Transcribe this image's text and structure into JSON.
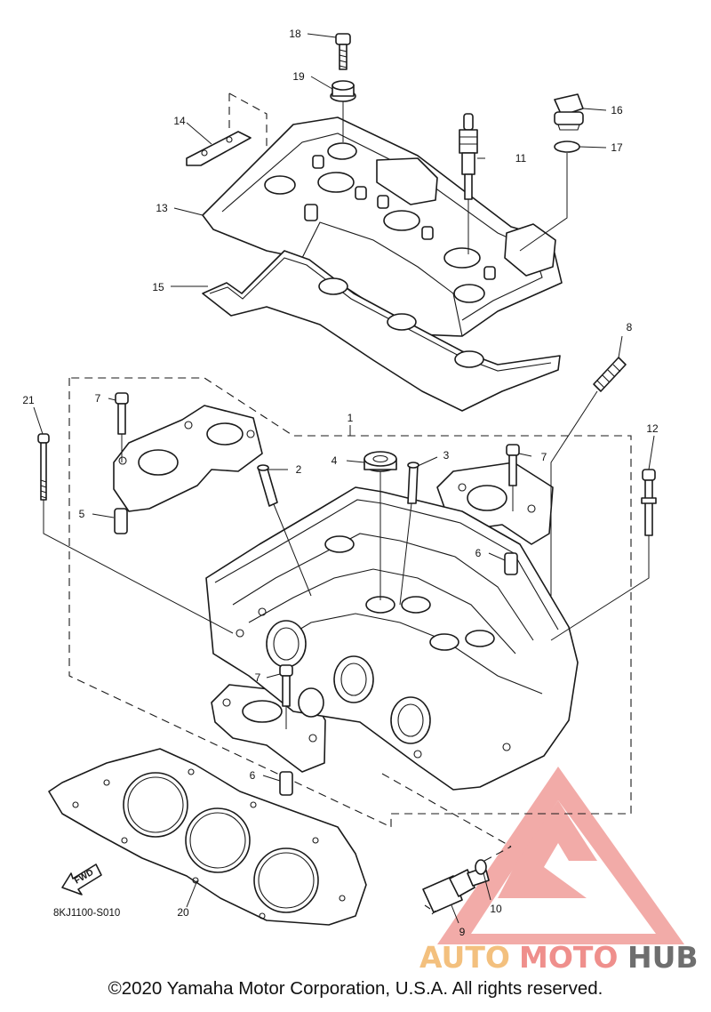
{
  "diagram": {
    "callouts": [
      "1",
      "2",
      "3",
      "4",
      "5",
      "6",
      "6",
      "7",
      "7",
      "7",
      "8",
      "9",
      "10",
      "11",
      "12",
      "13",
      "14",
      "15",
      "16",
      "17",
      "18",
      "19",
      "20",
      "21"
    ],
    "diagram_code": "8KJ1100-S010",
    "fwd_label": "FWD"
  },
  "watermark": {
    "auto": "AUTO",
    "moto": "MOTO",
    "hub": "HUB",
    "colors": {
      "auto": "#f3c07e",
      "moto": "#ef8f8c",
      "hub": "#6e6e6e",
      "triangle": "#ee8f8b"
    }
  },
  "footer": {
    "copyright": "©2020 Yamaha Motor Corporation, U.S.A. All rights reserved."
  }
}
